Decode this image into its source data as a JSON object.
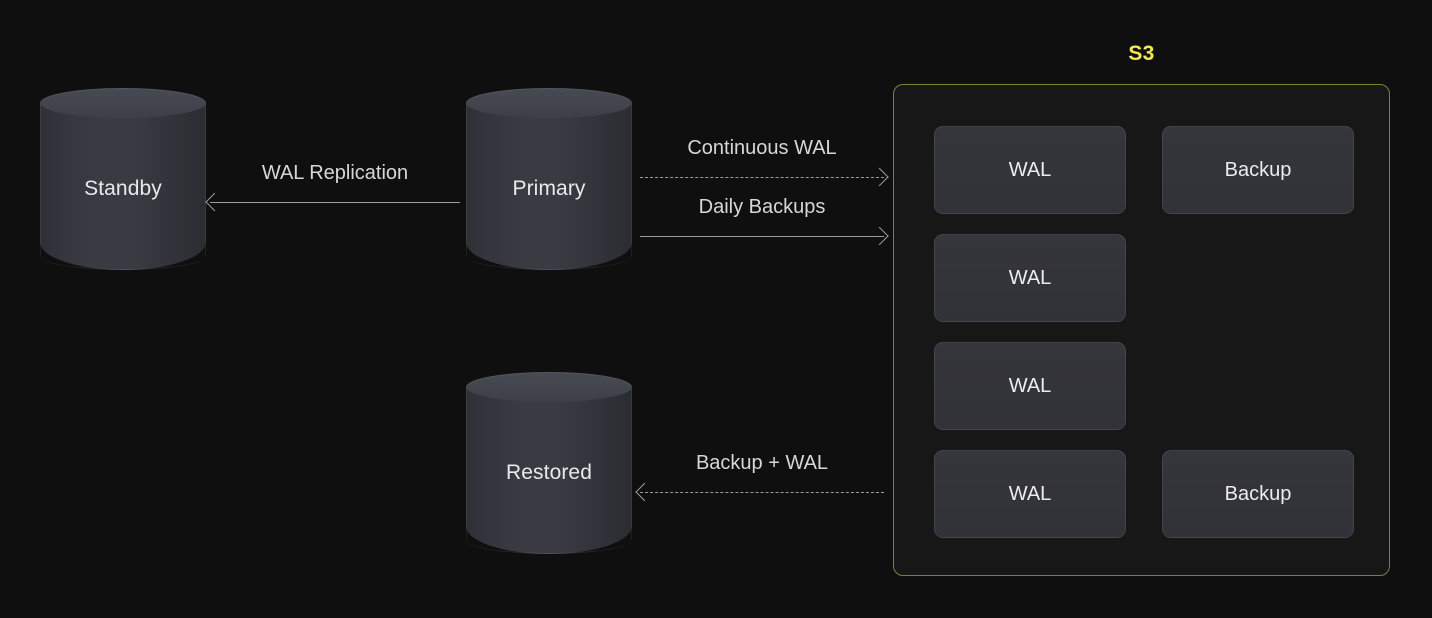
{
  "background": "#0f0f10",
  "nodes": [
    {
      "id": "standby",
      "label": "Standby"
    },
    {
      "id": "primary",
      "label": "Primary"
    },
    {
      "id": "restored",
      "label": "Restored"
    }
  ],
  "edges": [
    {
      "id": "wal-replication",
      "label": "WAL Replication",
      "style": "solid",
      "direction": "left"
    },
    {
      "id": "continuous-wal",
      "label": "Continuous WAL",
      "style": "dashed",
      "direction": "right"
    },
    {
      "id": "daily-backups",
      "label": "Daily Backups",
      "style": "solid",
      "direction": "right"
    },
    {
      "id": "backup-plus-wal",
      "label": "Backup + WAL",
      "style": "dashed",
      "direction": "left"
    }
  ],
  "s3": {
    "title": "S3",
    "title_color": "#f2eb4d",
    "border_color": "#7e7e36",
    "fill_color": "#171718",
    "objects": [
      {
        "label": "WAL",
        "empty": false
      },
      {
        "label": "Backup",
        "empty": false
      },
      {
        "label": "WAL",
        "empty": false
      },
      {
        "label": "",
        "empty": true
      },
      {
        "label": "WAL",
        "empty": false
      },
      {
        "label": "",
        "empty": true
      },
      {
        "label": "WAL",
        "empty": false
      },
      {
        "label": "Backup",
        "empty": false
      }
    ]
  }
}
